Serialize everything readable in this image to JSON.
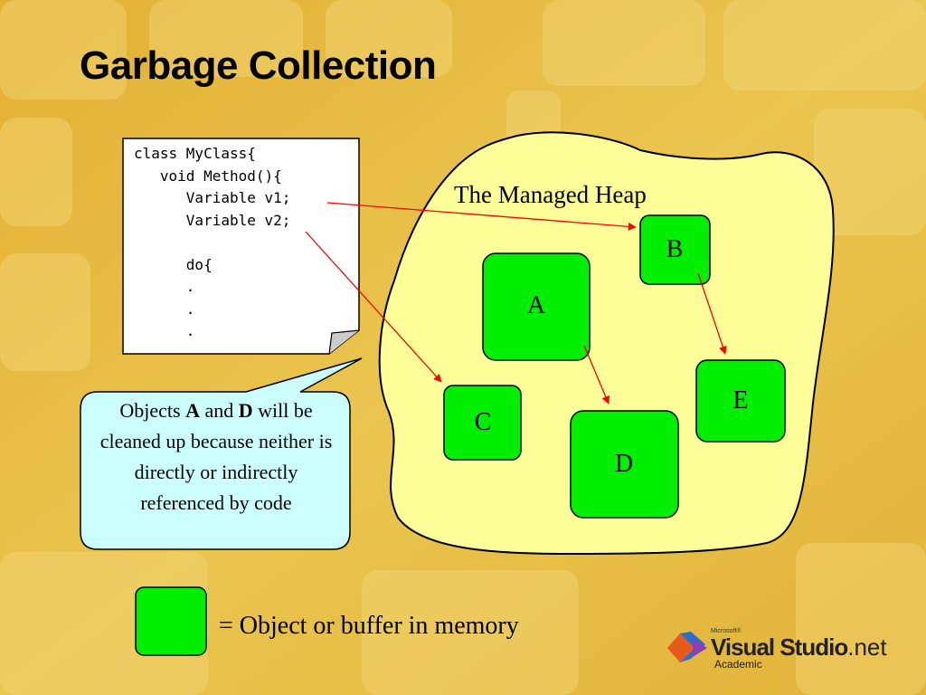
{
  "title": "Garbage Collection",
  "code_lines": [
    "class MyClass{",
    "   void Method(){",
    "      Variable v1;",
    "      Variable v2;",
    "",
    "      do{",
    "      .",
    "      .",
    "      ."
  ],
  "heap": {
    "label": "The Managed Heap",
    "objects": {
      "a": "A",
      "b": "B",
      "c": "C",
      "d": "D",
      "e": "E"
    }
  },
  "callout": {
    "before_a": "Objects ",
    "a": "A",
    "between": " and ",
    "d": "D",
    "after_d": " will be cleaned up because neither is directly or indirectly referenced by code"
  },
  "legend": {
    "text": "= Object or buffer in memory"
  },
  "logo": {
    "microsoft": "Microsoft®",
    "visual_studio": "Visual Studio",
    "net": ".net",
    "academic": "Academic"
  },
  "colors": {
    "object_fill": "#00ee00",
    "heap_fill": "#ffff99",
    "callout_fill": "#ccffff",
    "arrow": "#ff0000",
    "background": "#e6b93a"
  }
}
